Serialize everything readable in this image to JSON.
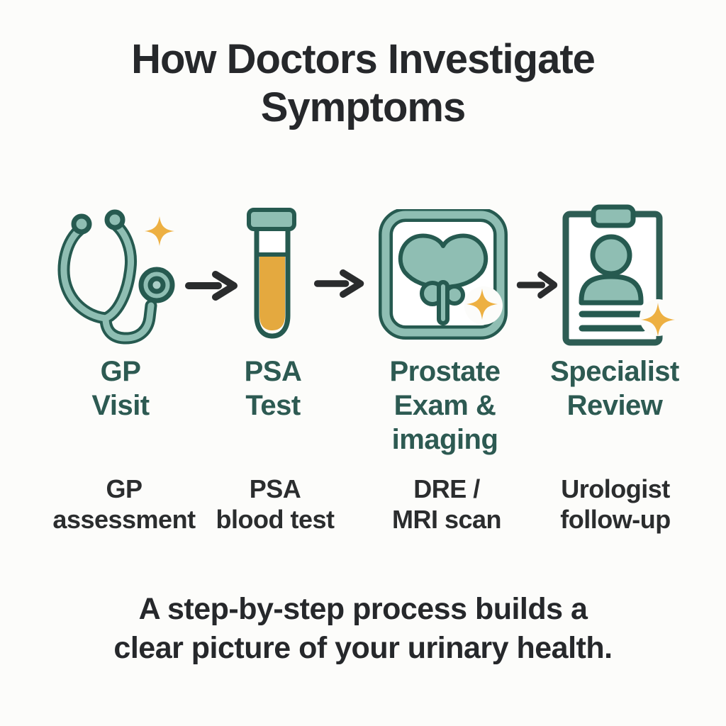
{
  "title": "How Doctors Investigate\nSymptoms",
  "steps": [
    {
      "label": "GP\nVisit",
      "sublabel": "GP\nassessment",
      "icon": "stethoscope-icon"
    },
    {
      "label": "PSA\nTest",
      "sublabel": "PSA\nblood test",
      "icon": "test-tube-icon"
    },
    {
      "label": "Prostate\nExam &\nimaging",
      "sublabel": "DRE /\nMRI scan",
      "icon": "prostate-scan-icon"
    },
    {
      "label": "Specialist\nReview",
      "sublabel": "Urologist\nfollow-up",
      "icon": "clipboard-person-icon"
    }
  ],
  "footer": "A step-by-step process builds a\nclear picture of your urinary health.",
  "colors": {
    "background": "#fcfcfa",
    "title_text": "#26282b",
    "step_label_text": "#2d5a52",
    "sublabel_text": "#2b2d2e",
    "icon_fill": "#8fbeb3",
    "icon_fill_light": "#a9cec6",
    "icon_outline": "#265a50",
    "sparkle": "#edb042",
    "test_tube_liquid": "#e4a93f",
    "arrow": "#2a2c2d"
  }
}
